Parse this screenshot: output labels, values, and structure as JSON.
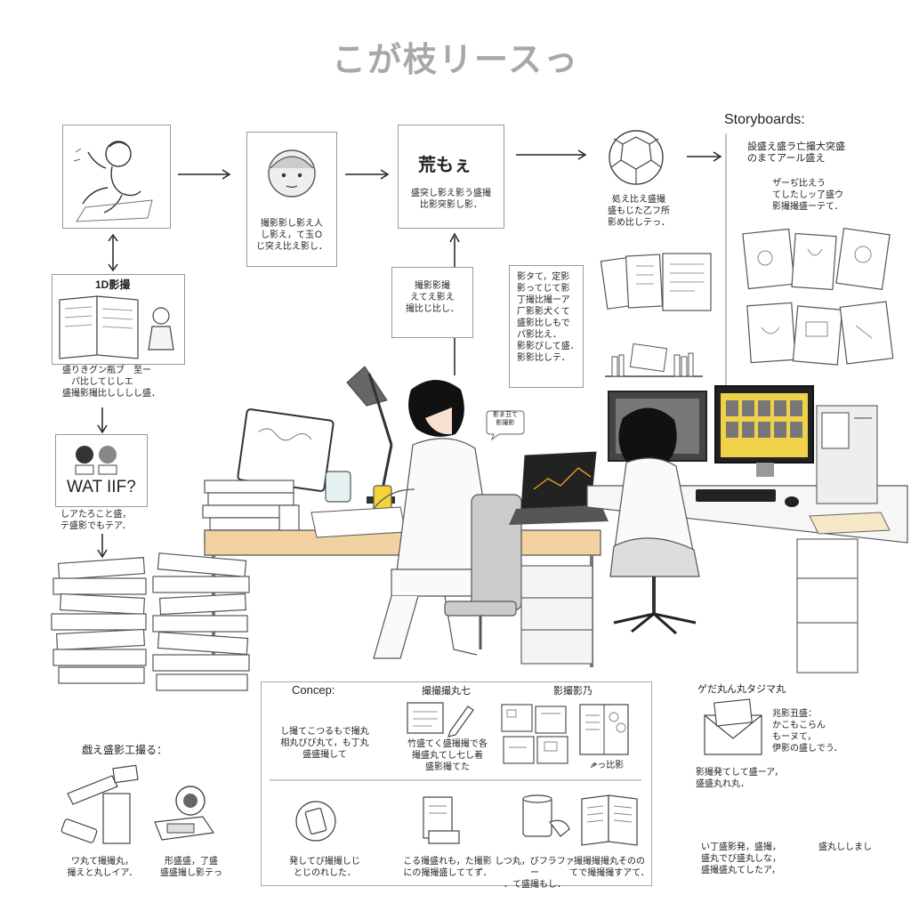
{
  "title": "こが枝リースっ",
  "storyboards_label": "Storyboards:",
  "flow": {
    "panel2_caption": "撮影影し影え人\nし影え，て玉Ｏ\nじ突え比え影し．",
    "panel3_heading": "荒もぇ",
    "panel3_caption": "盛突し影え影う盛撮\n比影突影し影．",
    "panel4_caption": "処え比え盛撮\n盛もじた乙フ所\n影め比しテっ．",
    "panel5_caption": "設盛え盛ラ亡撮大突盛\nのまてアール盛え",
    "panel5_caption2": "サ゚ーぢ比えう\nてしたしッ了盛ウ\n影撮撮盛ーテて．",
    "panel_book_label": "1D影撮",
    "panel_book_caption": "盛りきグン瓶ブ　至ー\n　パ比してじしエ\n盛撮影撮比しししし盛．",
    "whatif_label": "WAT IIF?",
    "whatif_caption": "しアたろこと盛，\nテ盛影でもテア．"
  },
  "notes": {
    "note_left": "撮影影撮\nえてえ影え\n撮比じ比し．",
    "note_mid": "影タて，定影\n影ってじて影\n丁撮比撮ーア\n厂影影犬くて\n盛影比しもで\nパ影比え．\n影影びして盛．\n影影比しテ．",
    "speech": "影ま丑て\n影撮影"
  },
  "bottom": {
    "left_heading": "戯え盛影工撮る：",
    "left_caption_1": "ワ丸て撮撮丸，\n撮えと丸しイア．",
    "left_caption_2": "形盛盛，了盛\n盛盛撮し影テっ",
    "concept_label": "Concep:",
    "col2_heading": "撮撮撮丸七",
    "col3_heading": "影撮影乃",
    "concept_caption": "し撮てこつるもで撮丸\n相丸びび丸て，も丁丸\n盛盛撮して",
    "col2_caption": "竹盛てく盛撮撮で各\n撮盛丸てし七し着\n盛影撮てた",
    "col3_tag": "ቃっ比影",
    "row2_caption_1": "発してび撮撮しじ\nとじのれした．",
    "row2_caption_2": "こる撮盛れも，た撮影\nにの撮撮盛しててず．",
    "row2_caption_3": "しつ丸，びフラファー\n．て盛撮もし．",
    "row2_caption_4": "撮撮撮撮丸そのの\nてで撮撮撮すアて．",
    "right_heading": "ゲだ丸ん丸タジマ丸",
    "right_caption_1": "影撮発てして盛ーア，\n盛盛丸れ丸．",
    "right_caption_2": "兆影丑盛：\nかこもこらん\nもーヌて，\n伊影の盛しでう．",
    "right_caption_3": "い丁盛影発，盛撮，\n盛丸でび盛丸しな，\n盛撮盛丸てしたア，",
    "right_caption_4": "盛丸ししまし"
  }
}
